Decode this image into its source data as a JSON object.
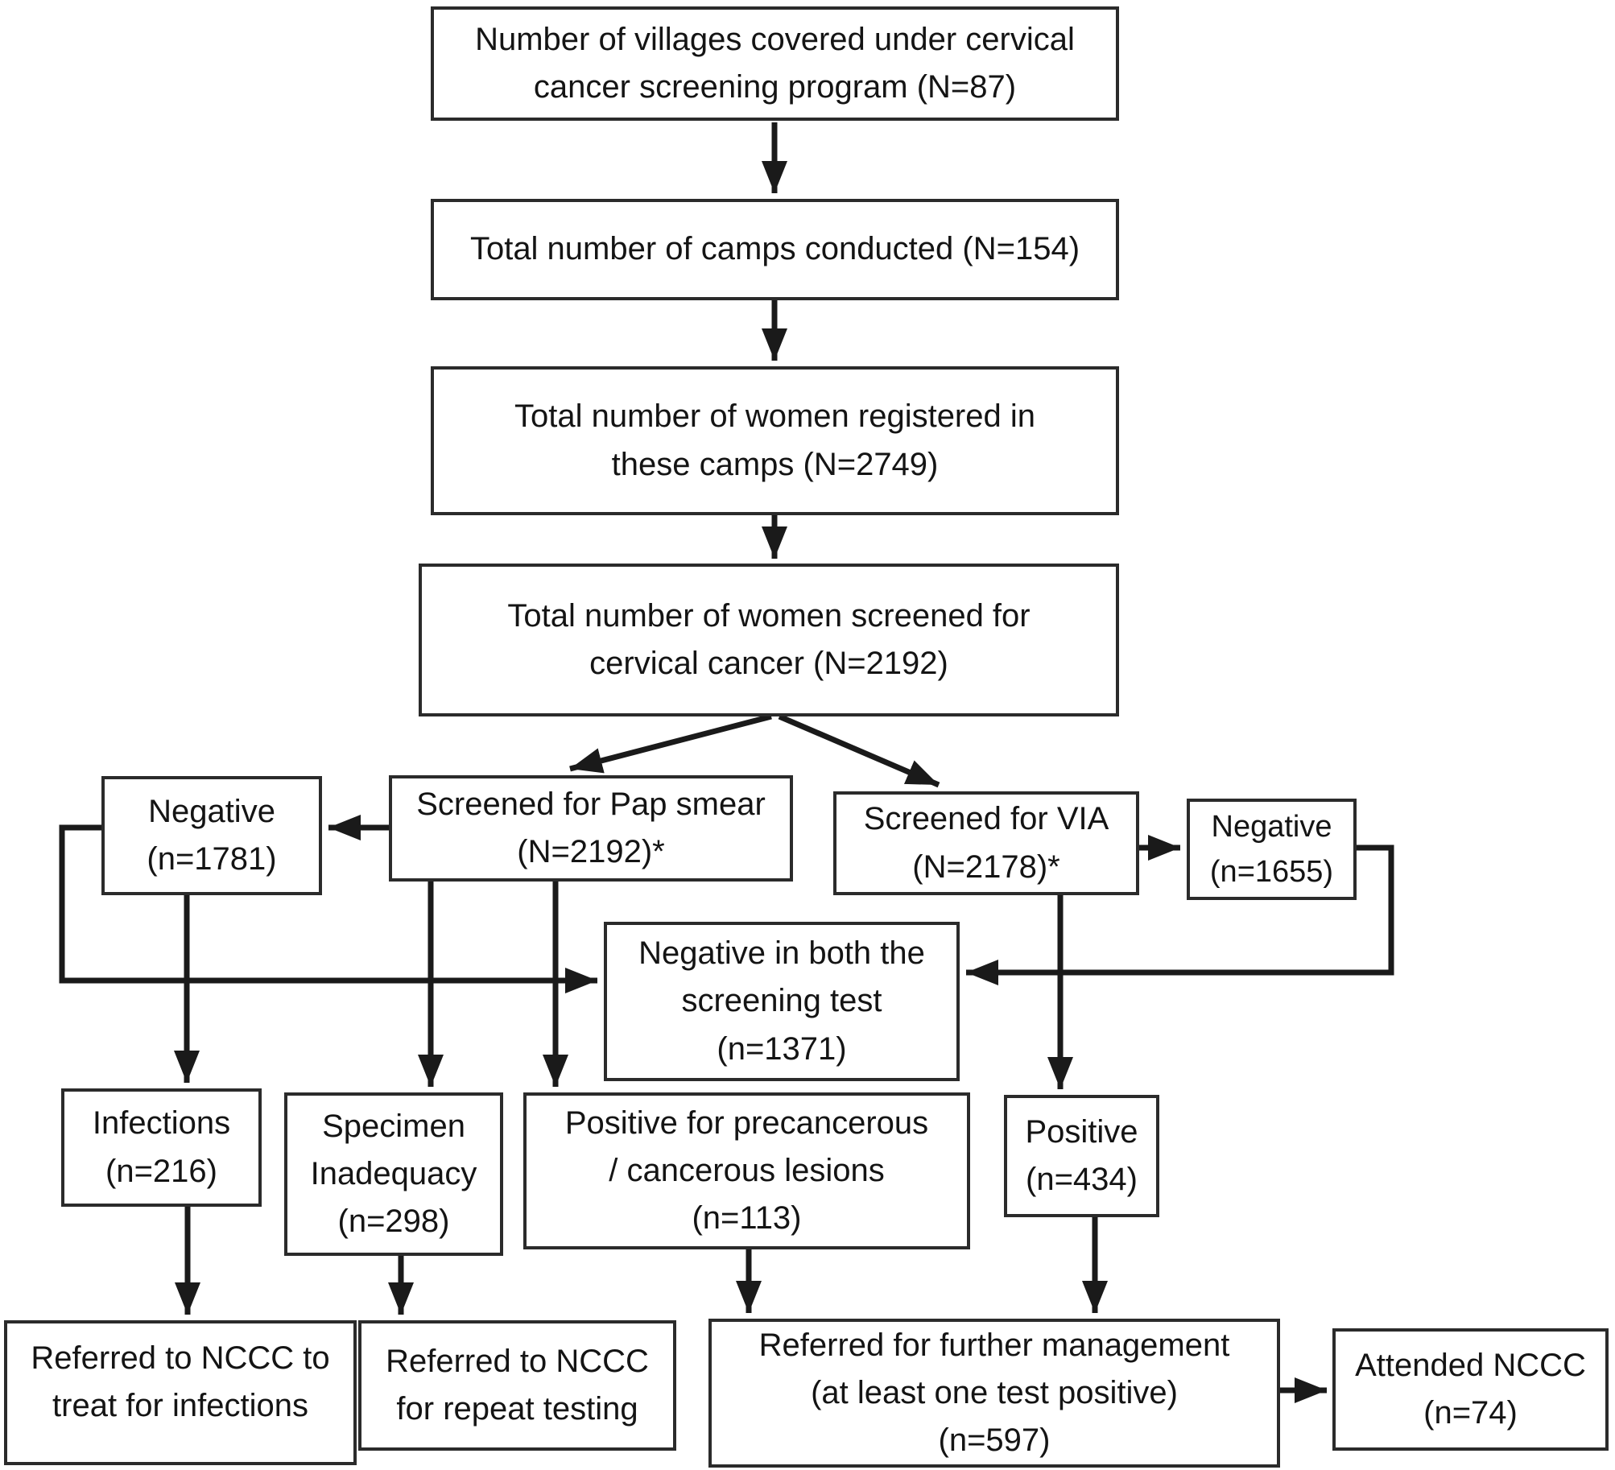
{
  "figure": {
    "type": "flowchart",
    "colors": {
      "background": "#ffffff",
      "box_border": "#2b2b2b",
      "line": "#1a1a1a",
      "text": "#141414"
    }
  },
  "nodes": {
    "villages": {
      "label": "Number of villages covered under cervical\ncancer screening program (N=87)"
    },
    "camps": {
      "label": "Total number of camps conducted (N=154)"
    },
    "registered": {
      "label": "Total number of women registered in\nthese camps (N=2749)"
    },
    "screened": {
      "label": "Total number of women screened for\ncervical cancer (N=2192)"
    },
    "pap_smear": {
      "label": "Screened for Pap smear\n(N=2192)*"
    },
    "via": {
      "label": "Screened for VIA\n(N=2178)*"
    },
    "pap_negative": {
      "label": "Negative\n(n=1781)"
    },
    "via_negative": {
      "label": "Negative\n(n=1655)"
    },
    "negative_both": {
      "label": "Negative in both the\nscreening test\n(n=1371)"
    },
    "infections": {
      "label": "Infections\n(n=216)"
    },
    "specimen_inadequacy": {
      "label": "Specimen\nInadequacy\n(n=298)"
    },
    "positive_lesions": {
      "label": "Positive for precancerous\n/ cancerous lesions\n(n=113)"
    },
    "via_positive": {
      "label": "Positive\n(n=434)"
    },
    "referred_infections": {
      "label": "Referred to NCCC to\ntreat for infections"
    },
    "referred_repeat": {
      "label": "Referred to NCCC\nfor repeat testing"
    },
    "referred_management": {
      "label": "Referred for further management\n(at least one test positive)\n(n=597)"
    },
    "attended_nccc": {
      "label": "Attended NCCC\n(n=74)"
    }
  },
  "edges": [
    {
      "from": "villages",
      "to": "camps"
    },
    {
      "from": "camps",
      "to": "registered"
    },
    {
      "from": "registered",
      "to": "screened"
    },
    {
      "from": "screened",
      "to": "pap_smear"
    },
    {
      "from": "screened",
      "to": "via"
    },
    {
      "from": "pap_smear",
      "to": "pap_negative"
    },
    {
      "from": "via",
      "to": "via_negative"
    },
    {
      "from": "pap_negative",
      "to": "negative_both"
    },
    {
      "from": "via_negative",
      "to": "negative_both"
    },
    {
      "from": "pap_negative",
      "to": "infections"
    },
    {
      "from": "pap_smear",
      "to": "specimen_inadequacy"
    },
    {
      "from": "pap_smear",
      "to": "positive_lesions"
    },
    {
      "from": "via",
      "to": "via_positive"
    },
    {
      "from": "infections",
      "to": "referred_infections"
    },
    {
      "from": "specimen_inadequacy",
      "to": "referred_repeat"
    },
    {
      "from": "positive_lesions",
      "to": "referred_management"
    },
    {
      "from": "via_positive",
      "to": "referred_management"
    },
    {
      "from": "referred_management",
      "to": "attended_nccc"
    }
  ]
}
